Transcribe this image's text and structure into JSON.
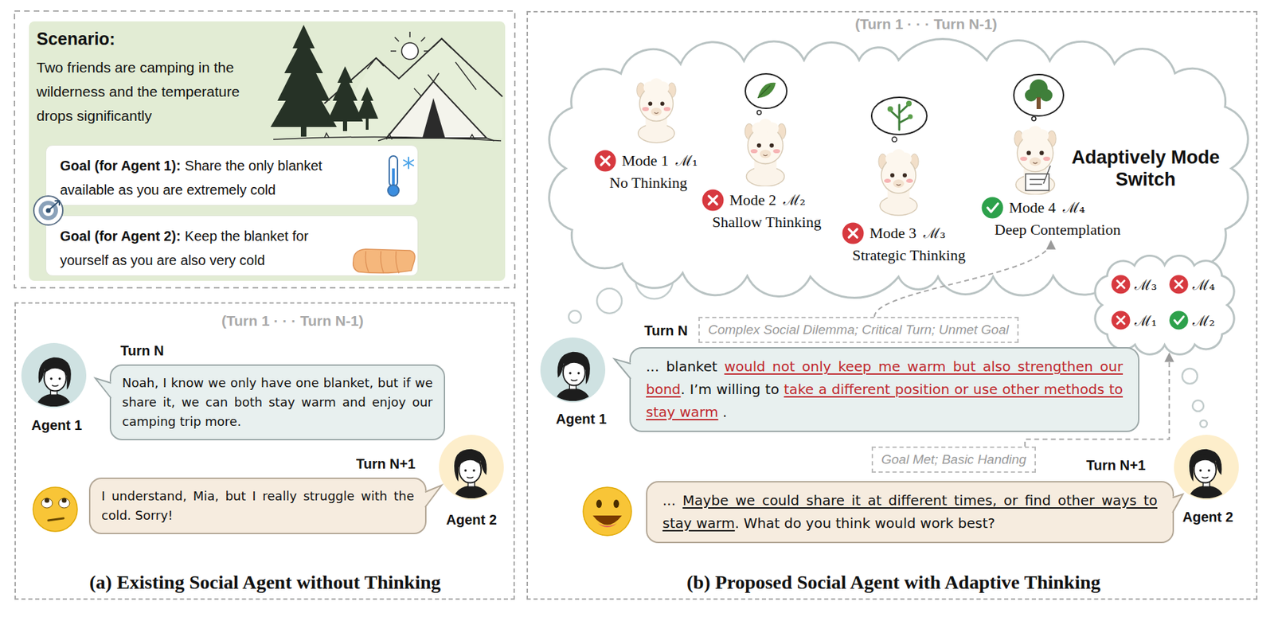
{
  "diagram": {
    "nodes": [
      {
        "text": [
          "Scenario:",
          "Two friends are camping in the wilderness and the temperature drops significantly"
        ]
      },
      {
        "text": [
          "Goal (for Agent 1):",
          "Share the only blanket available as you are extremely cold"
        ],
        "in": 0
      },
      {
        "text": [
          "Goal (for Agent 2):",
          "Keep the blanket for yourself as you are also very cold"
        ],
        "in": 0
      },
      {
        "text": [
          "(Turn 1 · · · Turn N-1)",
          "(a) Existing Social Agent without Thinking"
        ]
      },
      {
        "text": [
          "Noah, I know we only have one blanket, but if we share it, we can both stay warm and enjoy our camping trip more."
        ],
        "in": 3
      },
      {
        "text": [
          "I understand, Mia, but I really struggle with the cold. Sorry!"
        ],
        "in": 3
      },
      {
        "text": [
          "(Turn 1 · · · Turn N-1)",
          "(b) Proposed Social Agent with Adaptive Thinking"
        ]
      },
      {
        "text": [
          "Adaptively Mode Switch"
        ],
        "in": 6
      },
      {
        "text": [
          "Mode 1",
          "ℳ₁",
          "No Thinking"
        ],
        "in": 7
      },
      {
        "text": [
          "Mode 2",
          "ℳ₂",
          "Shallow Thinking"
        ],
        "in": 7
      },
      {
        "text": [
          "Mode 3",
          "ℳ₃",
          "Strategic Thinking"
        ],
        "in": 7
      },
      {
        "text": [
          "Mode 4",
          "ℳ₄",
          "Deep Contemplation"
        ],
        "in": 7
      },
      {
        "text": [
          "ℳ₃",
          "ℳ₄",
          "ℳ₁",
          "ℳ₂"
        ],
        "in": 6
      },
      {
        "text": [
          "Complex Social Dilemma; Critical Turn; Unmet Goal"
        ],
        "in": 6
      },
      {
        "text": [
          "... blanket ",
          "would not only keep me warm but also strengthen our bond",
          ". I’m willing to ",
          "take a different position or use other methods to stay warm",
          " ."
        ],
        "in": 6
      },
      {
        "text": [
          "Goal Met; Basic Handing"
        ],
        "in": 6
      },
      {
        "text": [
          "... ",
          "Maybe we could share it at different times, or find other ways to stay warm",
          ". What do you think would work best?"
        ],
        "in": 6
      }
    ],
    "edges": [
      {
        "from": 13,
        "to": 11,
        "arrow": "to"
      },
      {
        "from": 15,
        "to": 12,
        "arrow": "to"
      }
    ],
    "labels": [
      "Turn N",
      "Agent 1",
      "Turn N+1",
      "Agent 2",
      "Turn N",
      "Agent 1",
      "Turn N+1",
      "Agent 2"
    ]
  }
}
